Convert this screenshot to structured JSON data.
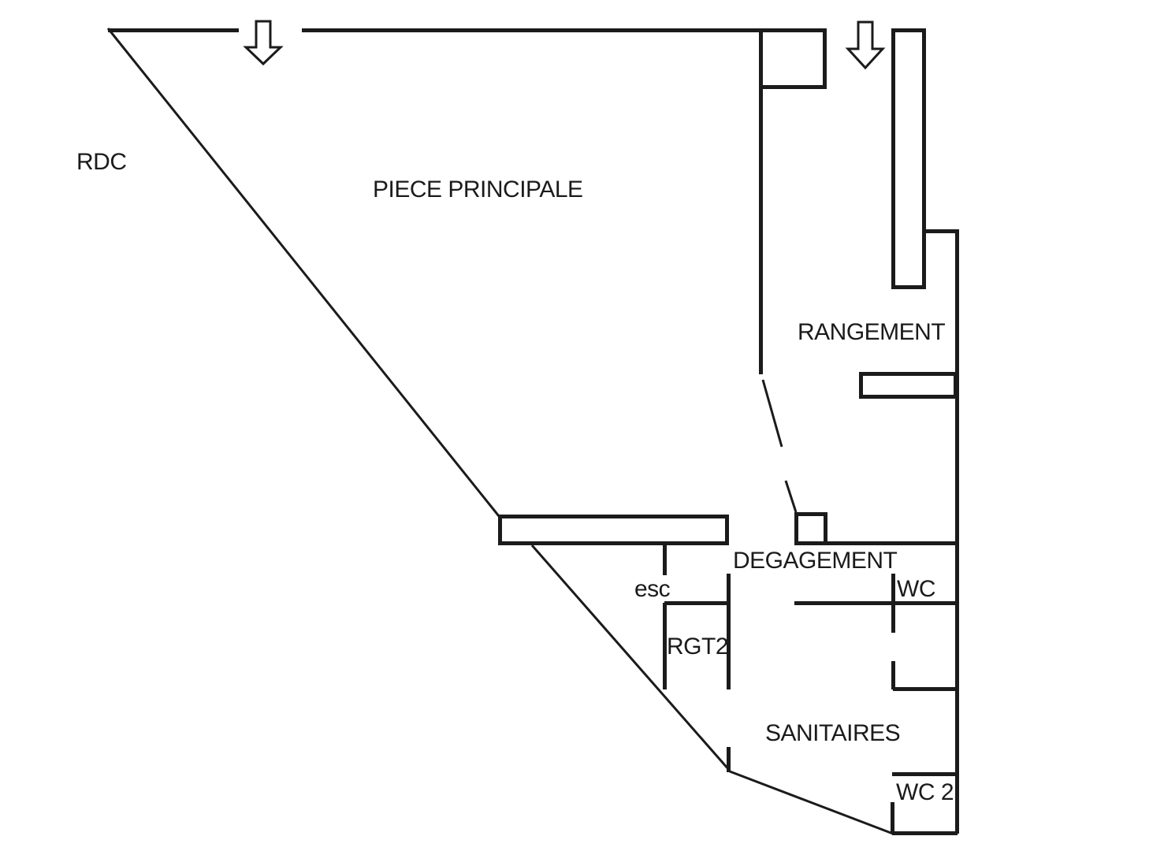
{
  "floor_plan": {
    "floor_label": "RDC",
    "rooms": {
      "piece_principale": "PIECE PRINCIPALE",
      "rangement": "RANGEMENT",
      "degagement": "DEGAGEMENT",
      "esc": "esc",
      "rgt2": "RGT2",
      "wc": "WC",
      "sanitaires": "SANITAIRES",
      "wc2": "WC 2"
    },
    "entrances": {
      "icon": "down-arrow",
      "count": 2
    },
    "colors": {
      "line": "#1b1b1b",
      "background": "#ffffff"
    }
  }
}
